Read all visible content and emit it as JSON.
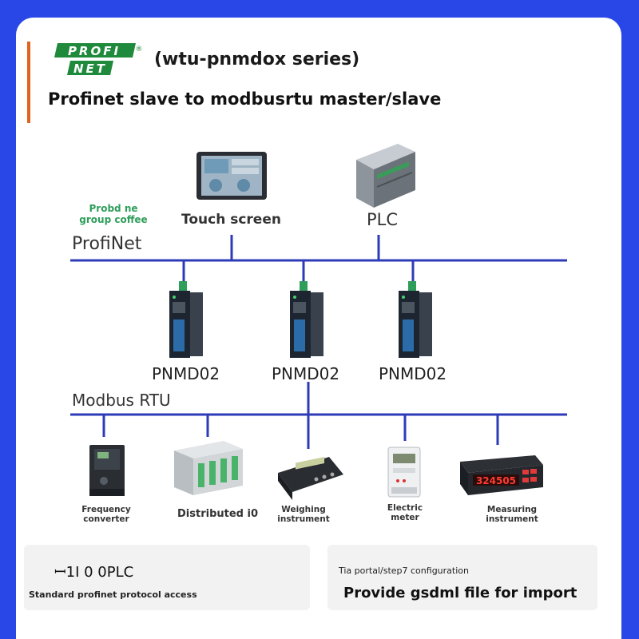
{
  "header": {
    "logo_line1": "PROFI",
    "logo_line2": "NET",
    "logo_mark": "®",
    "series": "(wtu-pnmdox series)",
    "title": "Profinet slave to modbusrtu master/slave"
  },
  "top_devices": {
    "touch_screen": "Touch screen",
    "plc": "PLC",
    "small_note_line1": "Probd ne",
    "small_note_line2": "group coffee"
  },
  "buses": {
    "profinet": "ProfiNet",
    "modbus": "Modbus RTU"
  },
  "gateways": [
    "PNMD02",
    "PNMD02",
    "PNMD02"
  ],
  "field_devices": {
    "frequency_line1": "Frequency",
    "frequency_line2": "converter",
    "distributed": "Distributed i0",
    "weighing_line1": "Weighing",
    "weighing_line2": "instrument",
    "electric_line1": "Electric",
    "electric_line2": "meter",
    "measuring_line1": "Measuring",
    "measuring_line2": "instrument",
    "display_digits": "324505"
  },
  "bottom": {
    "left_big": "ꟷ1Ⅰ 0 0PLC",
    "left_small": "Standard profinet protocol access",
    "right_small": "Tia portal/step7 configuration",
    "right_big": "Provide gsdml file for import"
  },
  "colors": {
    "frame": "#2947e6",
    "bus": "#2e3bb8",
    "logo_green": "#1f8a3c",
    "accent": "#e0631f"
  }
}
